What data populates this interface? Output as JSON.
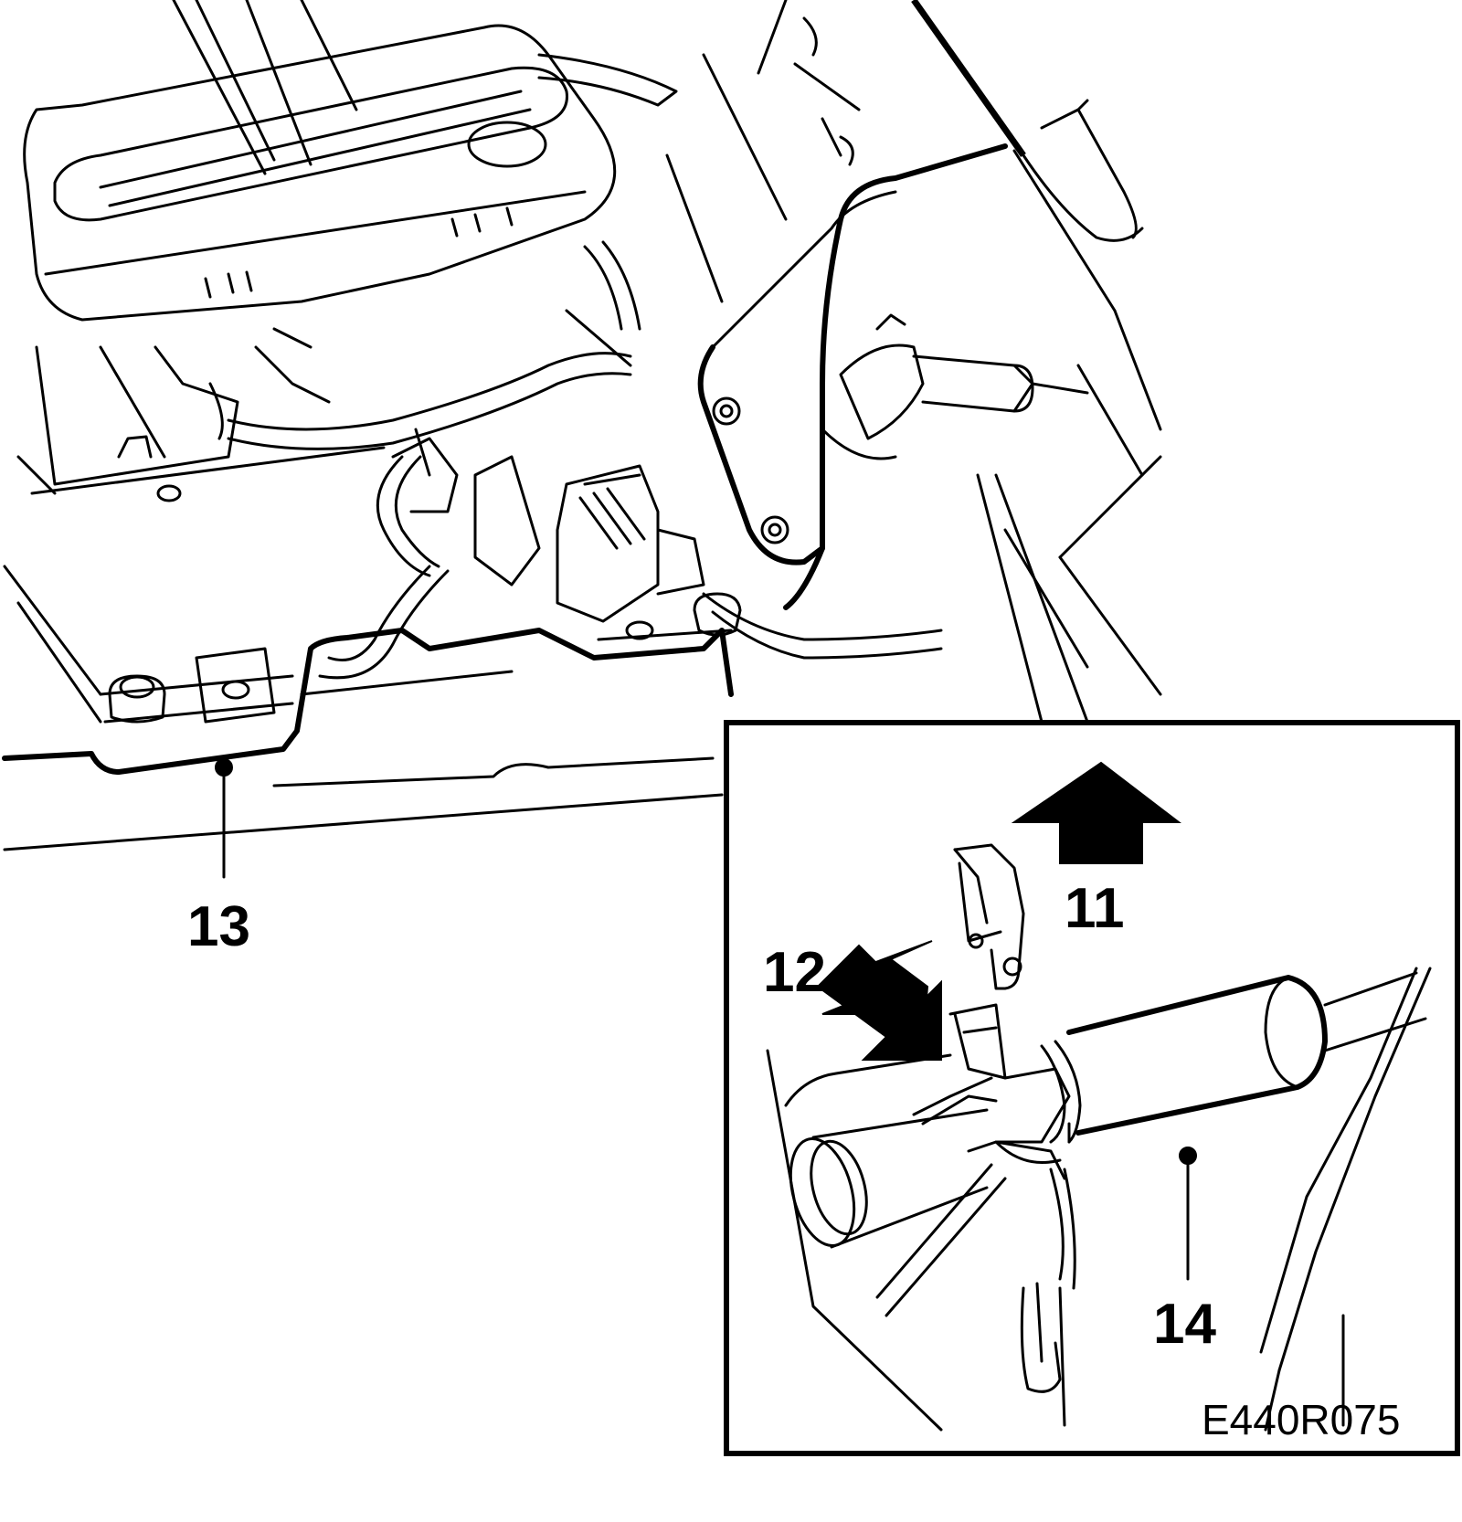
{
  "figure": {
    "figure_id": "E440R075",
    "callouts": {
      "c11": "11",
      "c12": "12",
      "c13": "13",
      "c14": "14"
    }
  }
}
